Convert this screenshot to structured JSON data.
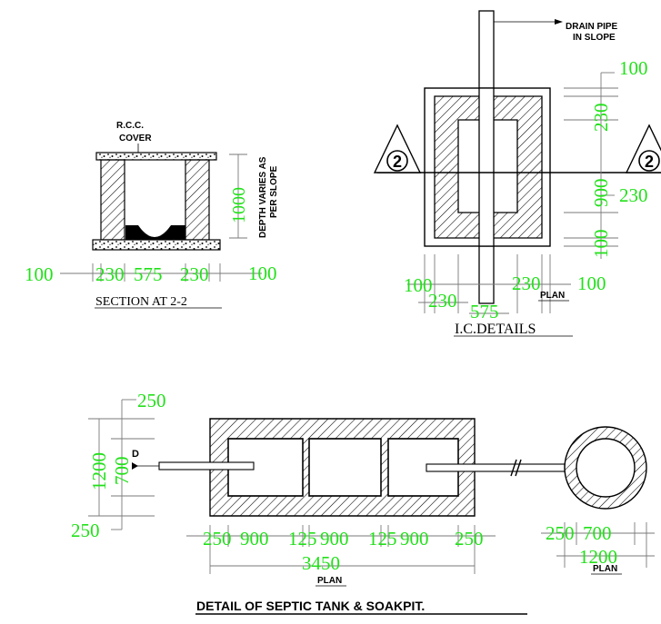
{
  "section": {
    "cover_l1": "R.C.C.",
    "cover_l2": "COVER",
    "depth_l1": "DEPTH VARIES AS",
    "depth_l2": "PER SLOPE",
    "dim_1000": "1000",
    "dim_left": "100",
    "dim_230a": "230",
    "dim_575": "575",
    "dim_230b": "230",
    "dim_right": "100",
    "title": "SECTION AT 2-2"
  },
  "ic": {
    "drain_l1": "DRAIN PIPE",
    "drain_l2": "IN SLOPE",
    "dim_100_top": "100",
    "dim_230_v": "230",
    "dim_900": "900",
    "dim_230_r": "230",
    "dim_100_v": "100",
    "dim_100_bl": "100",
    "dim_230_bl": "230",
    "dim_575": "575",
    "dim_230_br": "230",
    "dim_100_br": "100",
    "section_mark_left": "2",
    "section_mark_right": "2",
    "plan_label": "PLAN",
    "title": "I.C.DETAILS"
  },
  "septic": {
    "dim_250_top": "250",
    "dim_1200": "1200",
    "dim_700": "700",
    "dim_250_bot": "250",
    "inlet_label": "D",
    "bottom_dims": [
      "250",
      "900",
      "125",
      "900",
      "125",
      "900",
      "250"
    ],
    "dim_3450": "3450",
    "plan_label": "PLAN"
  },
  "soakpit": {
    "dim_250": "250",
    "dim_700": "700",
    "dim_1200": "1200",
    "plan_label": "PLAN"
  },
  "main_title": "DETAIL OF  SEPTIC TANK & SOAKPIT.",
  "colors": {
    "dimension_text": "#22e01a",
    "linework": "#000000",
    "dimension_lines": "#7a7a7a"
  }
}
